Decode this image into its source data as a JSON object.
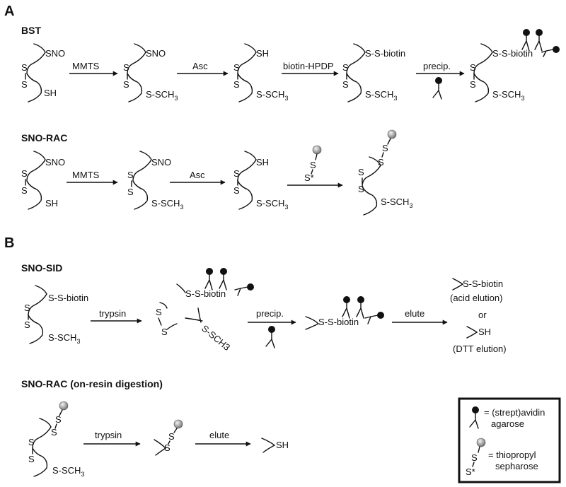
{
  "sections": {
    "a": "A",
    "b": "B"
  },
  "methods": {
    "bst": "BST",
    "snorac": "SNO-RAC",
    "snosid": "SNO-SID",
    "snorac_resin": "SNO-RAC (on-resin digestion)"
  },
  "reagents": {
    "mmts": "MMTS",
    "asc": "Asc",
    "biotin_hpdp": "biotin-HPDP",
    "precip": "precip.",
    "trypsin": "trypsin",
    "elute": "elute"
  },
  "groups": {
    "sno": "SNO",
    "sh": "SH",
    "s": "S",
    "s_star": "S*",
    "s_sch3": "S-SCH",
    "sch3_sub": "3",
    "s_s_biotin": "S-S-biotin",
    "s_sch3_rot": "S-SCH3"
  },
  "elution": {
    "acid": "(acid elution)",
    "or": "or",
    "dtt": "(DTT elution)"
  },
  "legend": {
    "avidin_line1": "= (strept)avidin",
    "avidin_line2": "agarose",
    "thio_line1": "= thiopropyl",
    "thio_line2": "sepharose"
  }
}
